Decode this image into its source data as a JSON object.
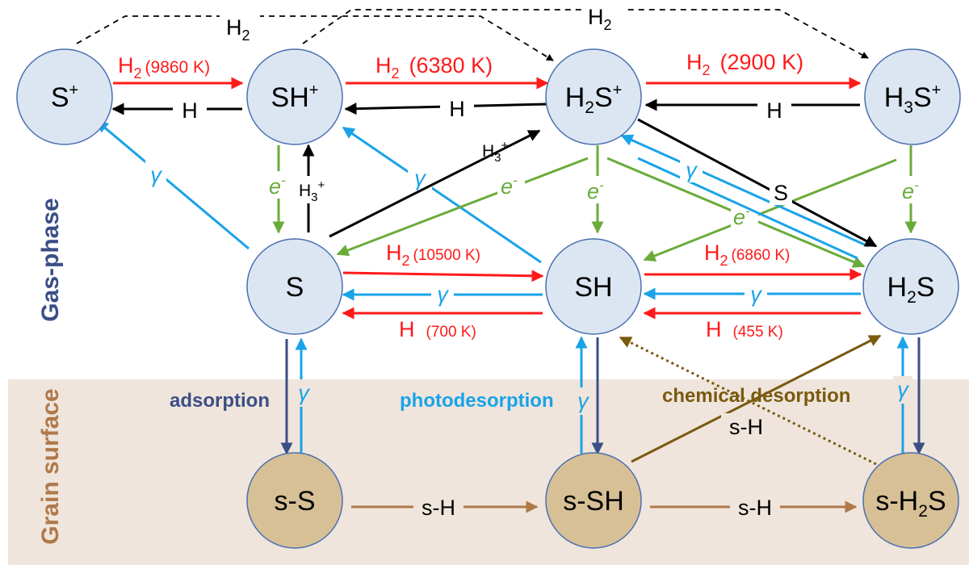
{
  "colors": {
    "red": "#ff1a1a",
    "black": "#000000",
    "cyan": "#1aa3e8",
    "green": "#6aab3a",
    "navy": "#3b4f86",
    "olive": "#7a5a10",
    "copper": "#b0794a",
    "gas_node_fill": "#dce6f2",
    "gas_node_stroke": "#4a6fb0",
    "grain_node_fill": "#d7c096",
    "grain_band": "#efe5dc"
  },
  "regions": {
    "gas_phase": "Gas-phase",
    "grain_surface": "Grain surface"
  },
  "nodes": {
    "Splus": {
      "base": "S",
      "sup": "+"
    },
    "SHplus": {
      "base": "SH",
      "sup": "+"
    },
    "H2Splus": {
      "pre": "H",
      "sub": "2",
      "base": "S",
      "sup": "+"
    },
    "H3Splus": {
      "pre": "H",
      "sub": "3",
      "base": "S",
      "sup": "+"
    },
    "S": {
      "base": "S"
    },
    "SH": {
      "base": "SH"
    },
    "H2S": {
      "pre": "H",
      "sub": "2",
      "base": "S"
    },
    "sS": {
      "base": "s-S"
    },
    "sSH": {
      "base": "s-SH"
    },
    "sH2S": {
      "pre": "s-H",
      "sub": "2",
      "base": "S"
    }
  },
  "labels": {
    "h2_top_left": {
      "base": "H",
      "sub": "2"
    },
    "h2_top_right": {
      "base": "H",
      "sub": "2"
    },
    "h2_9860": {
      "base": "H",
      "sub": "2",
      "temp": "(9860 K)"
    },
    "h2_6380": {
      "base": "H",
      "sub": "2",
      "temp": "(6380 K)"
    },
    "h2_2900": {
      "base": "H",
      "sub": "2",
      "temp": "(2900 K)"
    },
    "h_1": "H",
    "h_2": "H",
    "h_3": "H",
    "h3plus_1": {
      "base": "H",
      "sub": "3",
      "sup": "+"
    },
    "h3plus_2": {
      "base": "H",
      "sub": "3",
      "sup": "+"
    },
    "electron_1": {
      "base": "e",
      "sup": "-"
    },
    "electron_2": {
      "base": "e",
      "sup": "-"
    },
    "electron_3": {
      "base": "e",
      "sup": "-"
    },
    "electron_4": {
      "base": "e",
      "sup": "-"
    },
    "electron_5": {
      "base": "e",
      "sup": "-"
    },
    "gamma": "γ",
    "s_black": "S",
    "h2_10500": {
      "base": "H",
      "sub": "2",
      "temp": "(10500 K)"
    },
    "h2_6860": {
      "base": "H",
      "sub": "2",
      "temp": "(6860 K)"
    },
    "h_700": {
      "base": "H",
      "temp": "(700 K)"
    },
    "h_455": {
      "base": "H",
      "temp": "(455 K)"
    },
    "adsorption": "adsorption",
    "photodesorption": "photodesorption",
    "chemical_desorption": "chemical desorption",
    "sH_1": "s-H",
    "sH_2": "s-H",
    "sH_3": "s-H"
  }
}
